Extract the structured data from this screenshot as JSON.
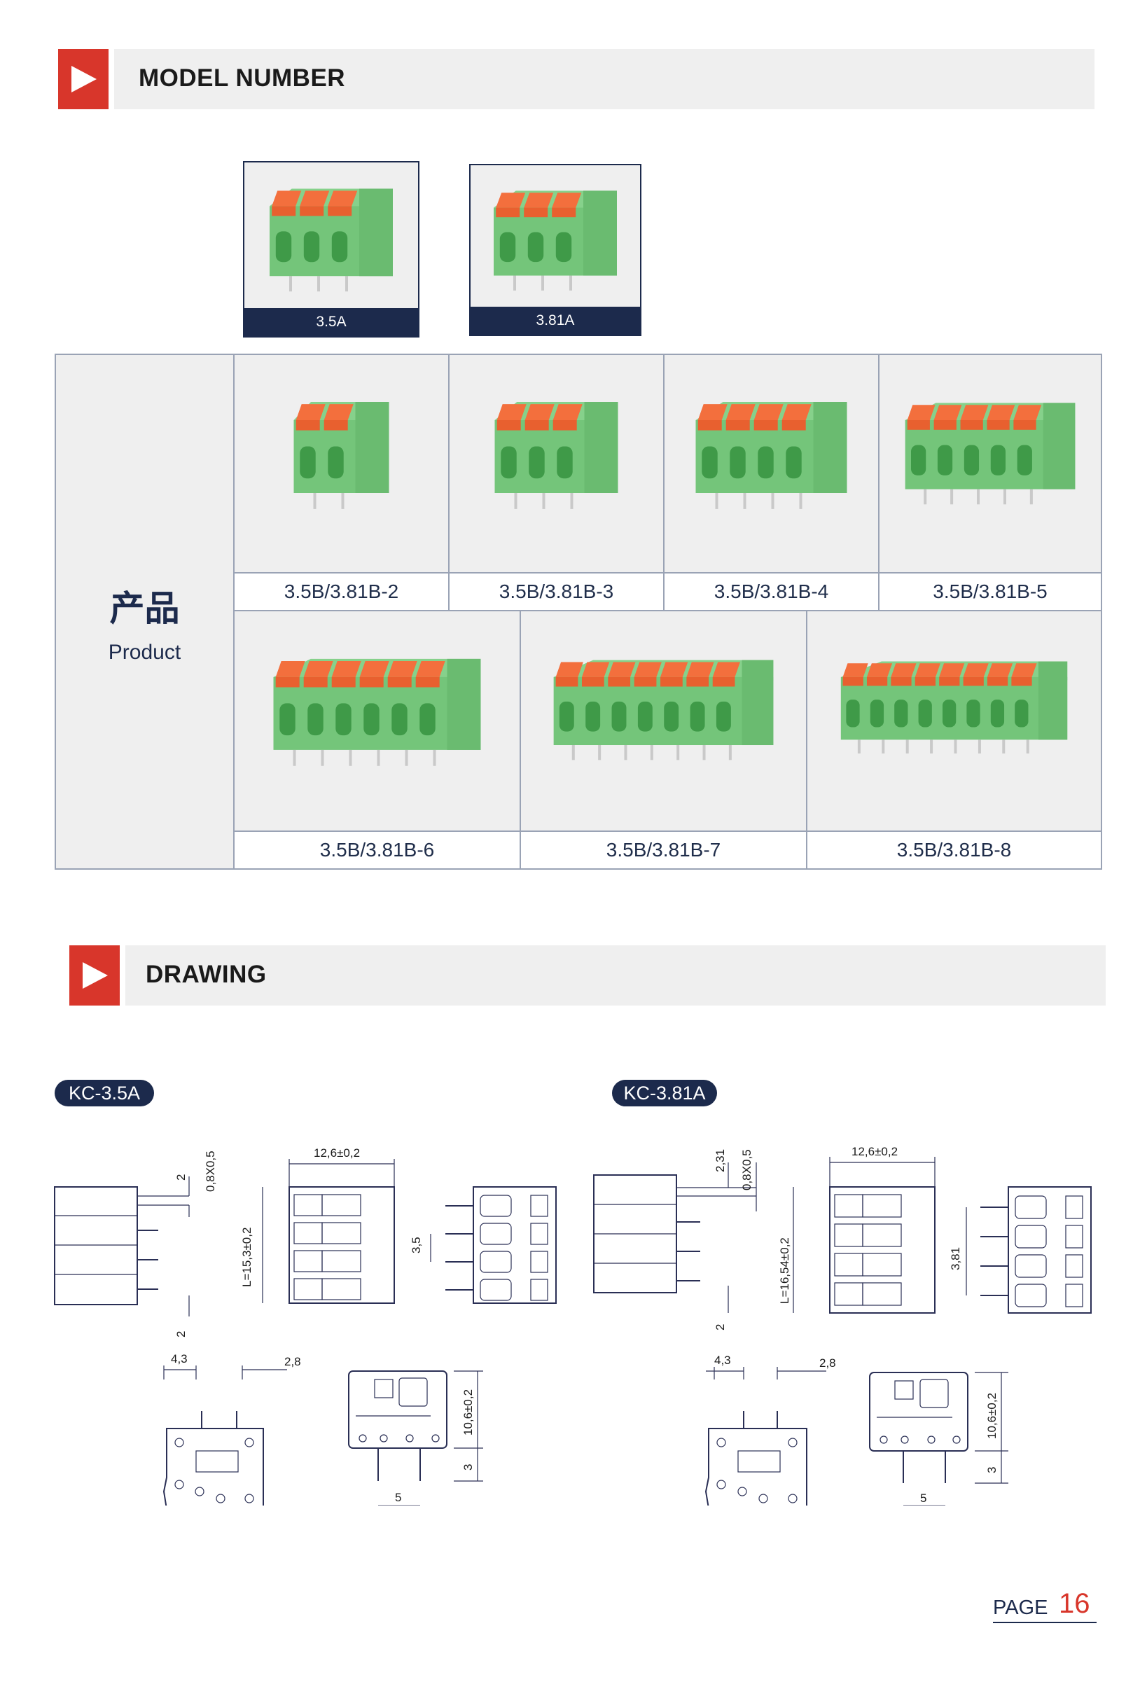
{
  "sections": {
    "model": {
      "title": "MODEL NUMBER"
    },
    "drawing": {
      "title": "DRAWING"
    }
  },
  "thumbs": [
    {
      "label": "3.5A",
      "poles": 3
    },
    {
      "label": "3.81A",
      "poles": 3
    }
  ],
  "product": {
    "label_cn": "产品",
    "label_en": "Product"
  },
  "row1": [
    {
      "label": "3.5B/3.81B-2",
      "poles": 2
    },
    {
      "label": "3.5B/3.81B-3",
      "poles": 3
    },
    {
      "label": "3.5B/3.81B-4",
      "poles": 4
    },
    {
      "label": "3.5B/3.81B-5",
      "poles": 5
    }
  ],
  "row2": [
    {
      "label": "3.5B/3.81B-6",
      "poles": 6
    },
    {
      "label": "3.5B/3.81B-7",
      "poles": 7
    },
    {
      "label": "3.5B/3.81B-8",
      "poles": 8
    }
  ],
  "drawings": {
    "left": {
      "pill": "KC-3.5A",
      "d_2_top": "2",
      "d_wire": "0,8X0,5",
      "d_width": "12,6±0,2",
      "d_length": "L=15,3±0,2",
      "d_pitch": "3,5",
      "d_2_bot": "2",
      "d_43": "4,3",
      "d_28": "2,8",
      "d_height": "10,6±0,2",
      "d_3": "3",
      "d_5": "5"
    },
    "right": {
      "pill": "KC-3.81A",
      "d_2_top": "2,31",
      "d_wire": "0,8X0,5",
      "d_width": "12,6±0,2",
      "d_length": "L=16,54±0,2",
      "d_pitch": "3,81",
      "d_2_bot": "2",
      "d_43": "4,3",
      "d_28": "2,8",
      "d_height": "10,6±0,2",
      "d_3": "3",
      "d_5": "5"
    }
  },
  "footer": {
    "page_label": "PAGE",
    "page_number": "16"
  },
  "colors": {
    "accent": "#d8362b",
    "navy": "#1c2a4c",
    "green": "#74c57a",
    "orange": "#f36f3d",
    "panel": "#efefef"
  }
}
